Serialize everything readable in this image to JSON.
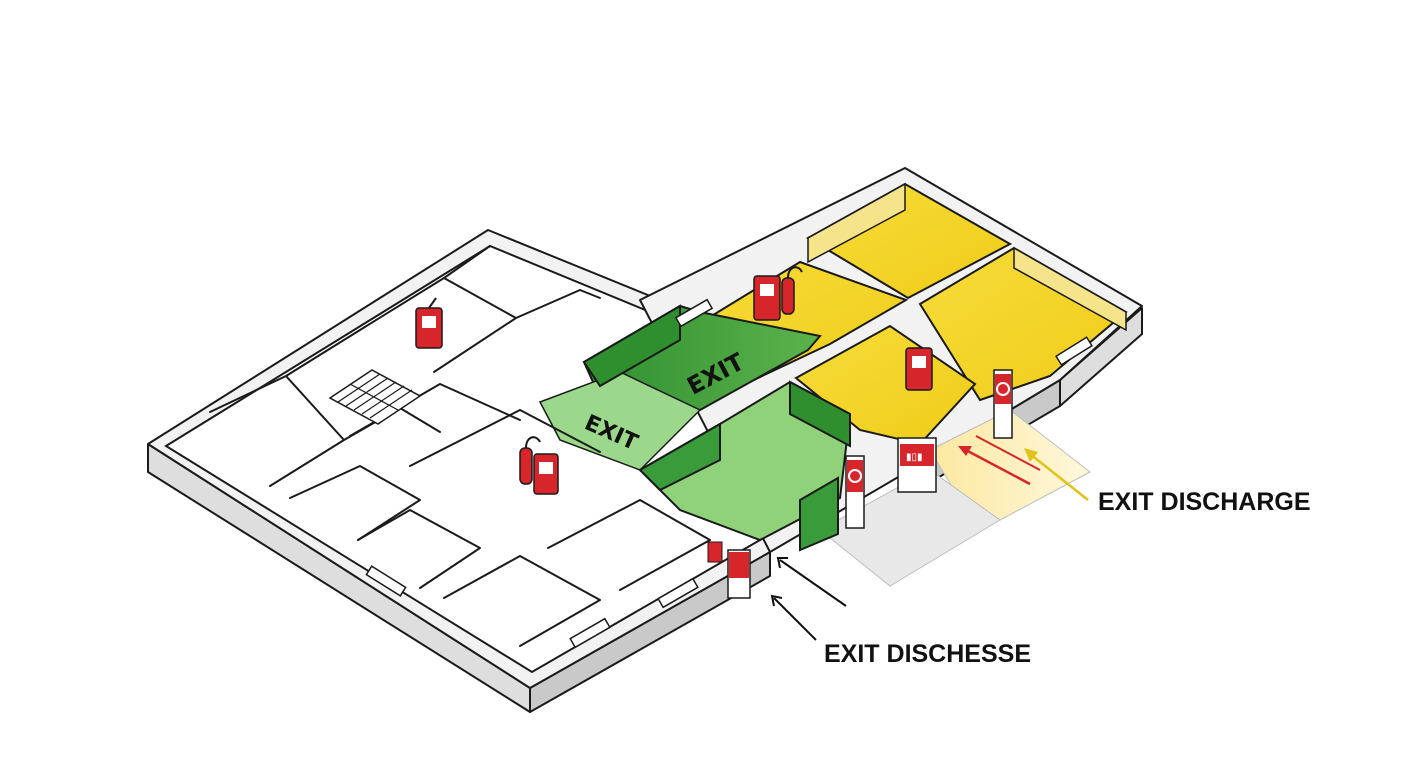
{
  "labels": {
    "floor_exit_upper": "EXIT",
    "floor_exit_lower": "EXIT",
    "exit_discharge": "EXIT DISCHARGE",
    "exit_dischesse": "EXIT DISCHESSE"
  },
  "colors": {
    "exit_access": "#3a9b3a",
    "exit_access_light": "#7cc46a",
    "exit_discharge_zone": "#f1cf1c",
    "discharge_arrow": "#e0c21a",
    "red_arrow": "#d7262b",
    "equipment_red": "#d7262b"
  },
  "icons": [
    "fire-extinguisher-icon",
    "exit-sign-icon",
    "fire-alarm-icon"
  ]
}
